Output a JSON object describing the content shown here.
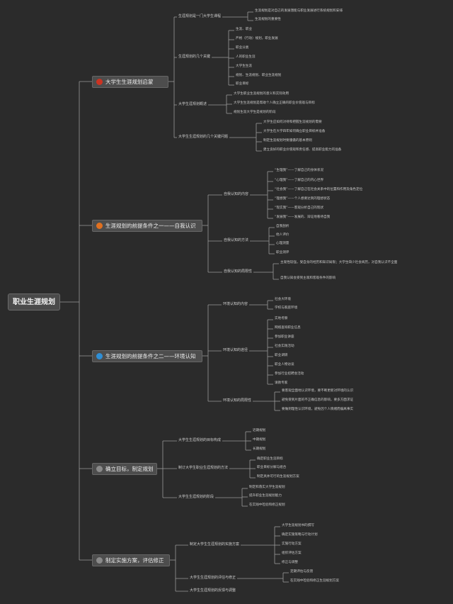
{
  "root": "职业生涯规划",
  "colors": {
    "red": "#cc3322",
    "orange": "#e07020",
    "blue": "#2f8fd6",
    "gray": "#8a8a8a"
  },
  "branches": [
    {
      "label": "大学生生涯规划启蒙",
      "icon": "red",
      "subs": [
        {
          "label": "生涯规划是一门大学生课程",
          "items": [
            "生涯规划是对自己的发展潜能与职业发展进行系统规划和安排",
            "生涯规划的重要性"
          ]
        },
        {
          "label": "生涯规划的几个关键",
          "items": [
            "生涯、职业",
            "严格（行动）规划，职业发展",
            "职业分类",
            "人的职业生涯",
            "大学生生涯",
            "规划、生涯规划、职业生涯规划",
            "职业目标"
          ]
        },
        {
          "label": "大学生涯规划概述",
          "items": [
            "大学生职业生涯规划的意义和实际效用",
            "大学生生涯规划是帮助个人确立正确的职业价值观与目标",
            "规划生涯大学生是规划的阶段"
          ]
        },
        {
          "label": "大学生生涯规划的几个关键问题",
          "items": [
            "大学生应如何对待和把握生涯规划的需要",
            "大学生在大学四年如何确立职业目标并准备",
            "制定生涯规划时要遵循的基本原则",
            "建立良好的职业价值观和责任感、提高职业能力的准备"
          ]
        }
      ]
    },
    {
      "label": "生涯规划的前提条件之一——自我认识",
      "icon": "orange",
      "subs": [
        {
          "label": "自我认知的内容",
          "items": [
            "“生理我”——了解自己的身体状况",
            "“心理我”——了解自己的内心世界",
            "“社会我”——了解自己在社会关系中的位置和作用及角色定位",
            "“理想我”——个人想要达到的理想状态",
            "“现实我”——客观分析自己的现状",
            "“发展我”——发展的、辩证地看待自我"
          ]
        },
        {
          "label": "自我认知的方法",
          "items": [
            "自我剖析",
            "他人评价",
            "心理测量",
            "职业测评"
          ]
        },
        {
          "label": "自我认知的局限性",
          "items": [
            "主观性较强，受自身的经历和知识局限；大学生缺少社会阅历，对自我认识不全面",
            "自我认知会受到主观和客观条件的影响"
          ]
        }
      ]
    },
    {
      "label": "生涯规划的前提条件之二——环境认知",
      "icon": "blue",
      "subs": [
        {
          "label": "环境认知的内容",
          "items": [
            "社会大环境",
            "学校与家庭环境"
          ]
        },
        {
          "label": "环境认知的途径",
          "items": [
            "实地考察",
            "网络查询职业信息",
            "参加职业讲座",
            "社会实践活动",
            "职业调研",
            "职业人物访谈",
            "参加行业招聘会活动",
            "请教专家"
          ]
        },
        {
          "label": "环境认知的局限性",
          "items": [
            "要客观全面地认识环境，要不断更新对环境的认识",
            "避免受到片面的不正确信息的影响，要多方面求证",
            "要做到理性认识环境，避免因个人情绪而偏离事实"
          ]
        }
      ]
    },
    {
      "label": "确立目标，制定规划",
      "icon": "gray",
      "subs": [
        {
          "label": "大学生生涯规划的目标构成",
          "items": [
            "近期规划",
            "中期规划",
            "长期规划"
          ]
        },
        {
          "label": "制订大学生职业生涯规划的方法",
          "items": [
            "确定职业生涯目标",
            "职业目标分解与组合",
            "制定具体可行的生涯规划方案"
          ]
        },
        {
          "label": "大学生生涯规划的阶段",
          "items": [
            "制定和落实大学生涯规划",
            "提升职业生涯规划能力",
            "在实践中检验和修正规划"
          ]
        }
      ]
    },
    {
      "label": "制定实施方案，评估修正",
      "icon": "gray",
      "subs": [
        {
          "label": "制定大学生生涯规划的实施方案",
          "items": [
            "大学生涯规划书的撰写",
            "确定实施策略与行动计划",
            "实施行动方案",
            "组织评估方案",
            "修正与调整"
          ]
        },
        {
          "label": "大学生生涯规划的评估与修正",
          "items": [
            "定期评估与反馈",
            "在实践中检验和修正生涯规划方案"
          ]
        },
        {
          "label": "大学生生涯规划的反馈与调整"
        }
      ]
    }
  ]
}
